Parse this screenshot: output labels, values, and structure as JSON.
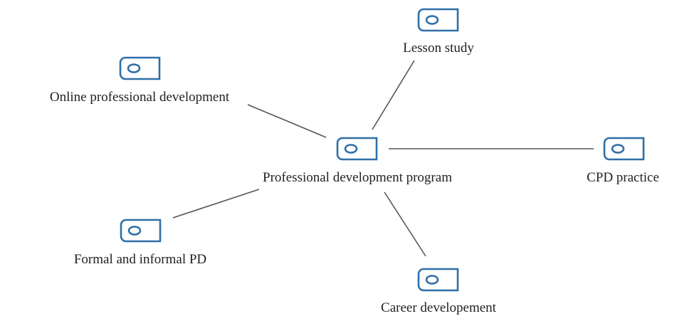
{
  "diagram": {
    "nodes": [
      {
        "id": "lesson-study",
        "label": "Lesson study",
        "icon": "code-icon"
      },
      {
        "id": "online-pd",
        "label": "Online professional development",
        "icon": "code-icon"
      },
      {
        "id": "pd-program",
        "label": "Professional development program",
        "icon": "code-icon"
      },
      {
        "id": "cpd-practice",
        "label": "CPD practice",
        "icon": "code-icon"
      },
      {
        "id": "formal-informal-pd",
        "label": "Formal and informal PD",
        "icon": "code-icon"
      },
      {
        "id": "career-development",
        "label": "Career developement",
        "icon": "code-icon"
      }
    ],
    "edges": [
      {
        "from": "pd-program",
        "to": "lesson-study"
      },
      {
        "from": "pd-program",
        "to": "online-pd"
      },
      {
        "from": "pd-program",
        "to": "cpd-practice"
      },
      {
        "from": "pd-program",
        "to": "formal-informal-pd"
      },
      {
        "from": "pd-program",
        "to": "career-development"
      }
    ],
    "colors": {
      "icon_stroke": "#2f6fa8",
      "edge": "#555555",
      "text": "#222222"
    }
  }
}
